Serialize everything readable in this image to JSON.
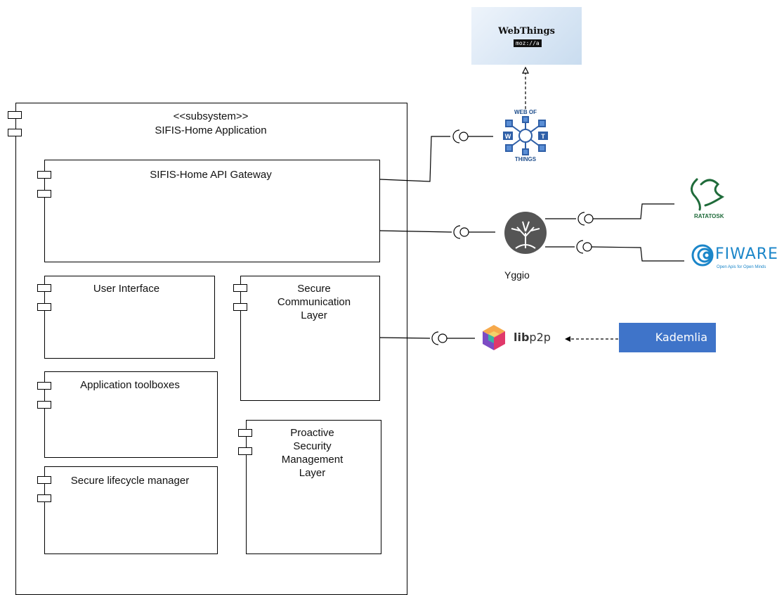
{
  "subsystem": {
    "stereotype": "<<subsystem>>",
    "name": "SIFIS-Home Application"
  },
  "components": {
    "api_gateway": "SIFIS-Home API Gateway",
    "user_interface": "User Interface",
    "secure_comm": [
      "Secure",
      "Communication",
      "Layer"
    ],
    "app_toolboxes": "Application toolboxes",
    "proactive": [
      "Proactive",
      "Security",
      "Management",
      "Layer"
    ],
    "lifecycle": "Secure lifecycle manager"
  },
  "external": {
    "webthings": {
      "title": "WebThings",
      "sub": "moz://a"
    },
    "wot": {
      "top": "WEB OF",
      "bottom": "THINGS"
    },
    "yggio": "Yggio",
    "ratatosk": "RATATOSK",
    "fiware": {
      "name": "FIWARE",
      "tagline": "Open Apis for Open Minds"
    },
    "libp2p": {
      "bold": "lib",
      "rest": "p2p"
    },
    "kademlia": "Kademlia"
  },
  "icons": {
    "component": "component-tab-icon",
    "interface": "required-interface-socket-icon",
    "webthings": "webthings-logo",
    "wot": "web-of-things-logo",
    "yggio": "yggio-tree-logo",
    "ratatosk": "ratatosk-squirrel-logo",
    "fiware": "fiware-logo",
    "libp2p": "libp2p-cube-logo"
  },
  "colors": {
    "kademlia": "#3f74c9",
    "fiware": "#1b86c9",
    "wot": "#1f4e8c",
    "ratatosk": "#1f6b3a"
  }
}
